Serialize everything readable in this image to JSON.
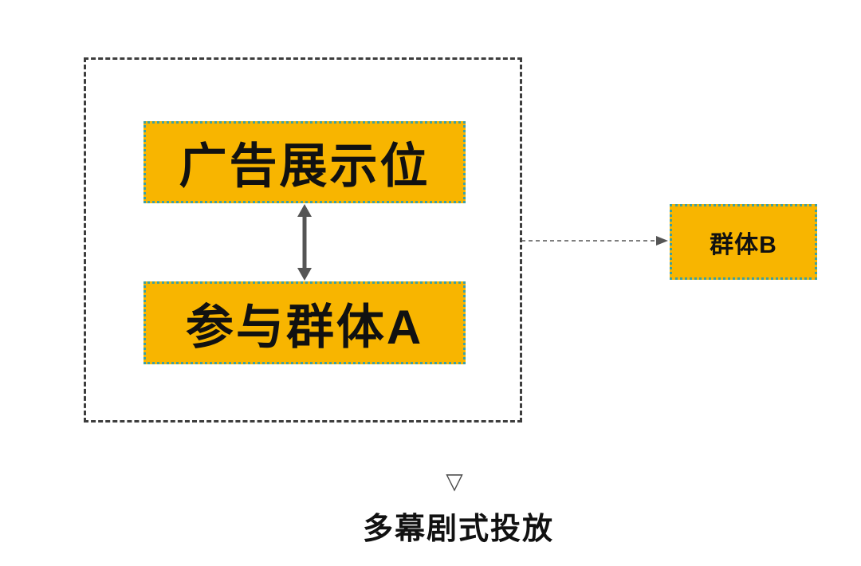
{
  "diagram": {
    "ad_slot_label": "广告展示位",
    "group_a_label": "参与群体A",
    "group_b_label": "群体B"
  },
  "caption": {
    "label": "多幕剧式投放"
  },
  "icons": {
    "triangle_down": "▽",
    "bidirectional_arrow": "up-down-arrow",
    "dashed_arrow": "right-dashed-arrow"
  },
  "colors": {
    "yellow": "#F8B500",
    "teal": "#3FA0A0",
    "frame": "#3d3d3d",
    "line": "#555555",
    "text": "#111111"
  }
}
